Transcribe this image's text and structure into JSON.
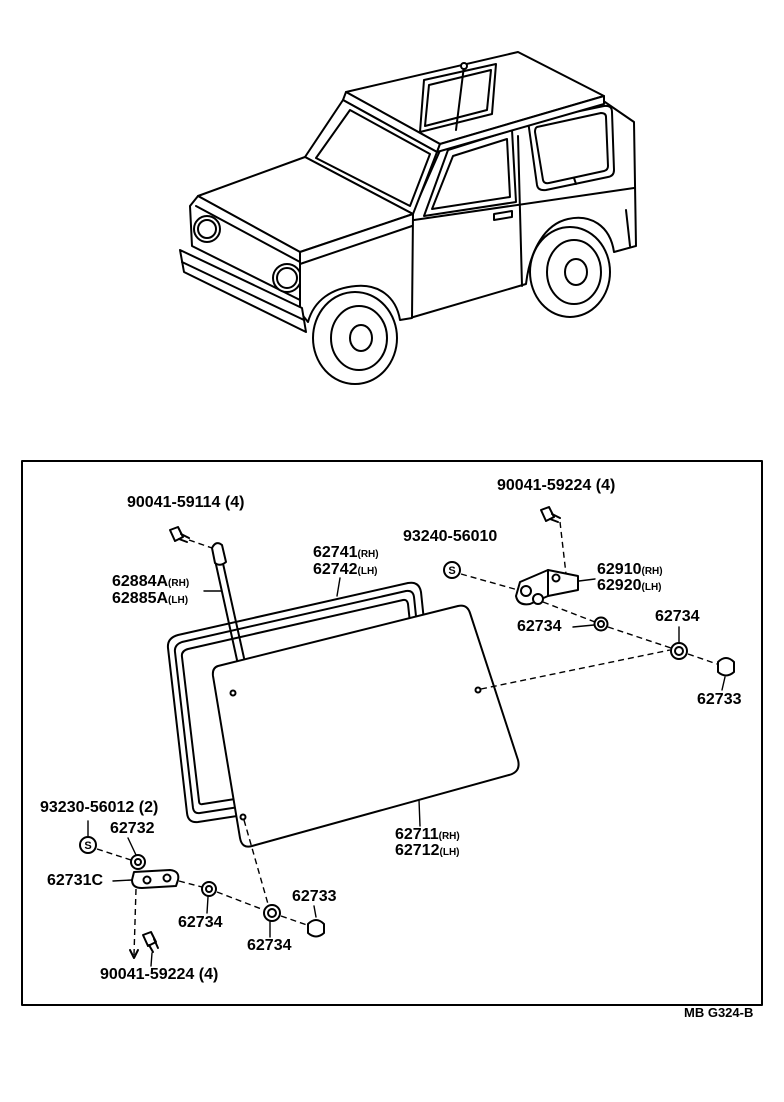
{
  "diagram": {
    "labels": {
      "bolt_top_left": "90041-59114 (4)",
      "stay_rh": {
        "code": "62884A",
        "side": "(RH)"
      },
      "stay_lh": {
        "code": "62885A",
        "side": "(LH)"
      },
      "weatherstrip_rh": {
        "code": "62741",
        "side": "(RH)"
      },
      "weatherstrip_lh": {
        "code": "62742",
        "side": "(LH)"
      },
      "screw_hinge": "93240-56010",
      "bolt_top_right": "90041-59224 (4)",
      "hinge_rh": {
        "code": "62910",
        "side": "(RH)"
      },
      "hinge_lh": {
        "code": "62920",
        "side": "(LH)"
      },
      "nut_hinge": "62734",
      "nut_right": "62734",
      "cap_right": "62733",
      "screw_lock": "93230-56012 (2)",
      "washer_lock": "62732",
      "bracket_lock": "62731C",
      "nut_lock_1": "62734",
      "nut_lock_2": "62734",
      "cap_lock": "62733",
      "glass_rh": {
        "code": "62711",
        "side": "(RH)"
      },
      "glass_lh": {
        "code": "62712",
        "side": "(LH)"
      },
      "bolt_bottom": "90041-59224 (4)"
    },
    "screw_symbol": "S",
    "drawing_code": "MB G324-B"
  }
}
